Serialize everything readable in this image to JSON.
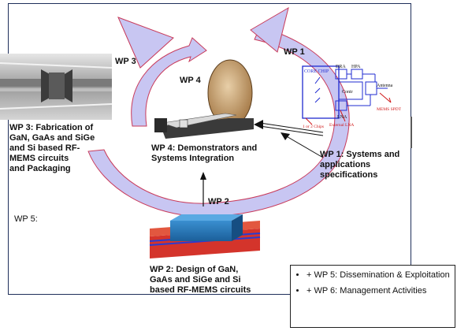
{
  "labels": {
    "wp1_tag": "WP 1",
    "wp2_tag": "WP 2",
    "wp3_tag": "WP 3",
    "wp4_tag": "WP 4",
    "wp5_tag": "WP 5:"
  },
  "captions": {
    "wp1": [
      "WP 1: Systems and",
      "applications",
      "specifications"
    ],
    "wp2": [
      "WP 2: Design of GaN,",
      "GaAs and SiGe and Si",
      "based RF-MEMS circuits"
    ],
    "wp3": [
      "WP 3: Fabrication of",
      "GaN, GaAs and SiGe",
      "and Si based RF-",
      "MEMS circuits",
      " and  Packaging"
    ],
    "wp4": [
      "WP 4: Demonstrators and",
      "Systems Integration"
    ]
  },
  "schematic": {
    "core_chip": "CORE CHIP",
    "dra": "DRA",
    "hpa": "HPA",
    "lna": "LNA",
    "antenna": "Antenna",
    "mems_spdt": "MEMS SPDT",
    "one_or_two_chips": "1 or 2 Chips",
    "external_lna": "External LNA",
    "control": "Contr"
  },
  "legend": {
    "items": [
      "+ WP 5: Dissemination & Exploitation",
      "+ WP 6: Management Activities"
    ]
  },
  "colors": {
    "arrow_fill": "#c8c6f2",
    "arrow_edge": "#c93a5a",
    "frame": "#1f2f5a",
    "schematic_blue": "#1f2bd0",
    "schematic_red": "#d01818"
  }
}
